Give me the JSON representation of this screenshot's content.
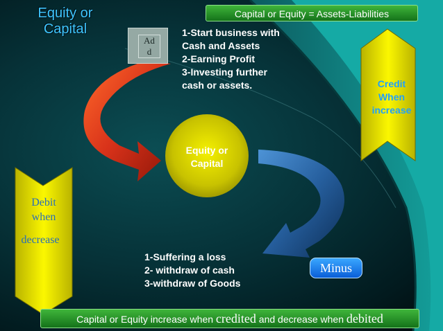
{
  "title": {
    "line1": "Equity or",
    "line2": "Capital"
  },
  "top_banner": "Capital or Equity = Assets-Liabilities",
  "add_box": {
    "line1": "Ad",
    "line2": "d"
  },
  "increase_steps": [
    "1-Start business with",
    "Cash and Assets",
    "2-Earning Profit",
    "3-Investing further",
    "cash or assets."
  ],
  "center": {
    "line1": "Equity or",
    "line2": "Capital"
  },
  "credit_arrow": {
    "line1": "Credit",
    "line2": "When",
    "line3": "increase"
  },
  "debit_arrow": {
    "line1": "Debit",
    "line2": "when",
    "line3": "decrease"
  },
  "decrease_steps": [
    "1-Suffering a loss",
    "2- withdraw of cash",
    "3-withdraw of Goods"
  ],
  "minus_label": "Minus",
  "bottom_banner": {
    "part1": "Capital or Equity increase when ",
    "part2": "credited",
    "part3": " and decrease when ",
    "part4": "debited"
  },
  "colors": {
    "red_arrow": "#e8431c",
    "blue_arrow": "#2f74b8",
    "yellow_arrows": "#f2ee00",
    "banner_green": "#2a9a2a",
    "title_blue": "#3fc7ff"
  }
}
